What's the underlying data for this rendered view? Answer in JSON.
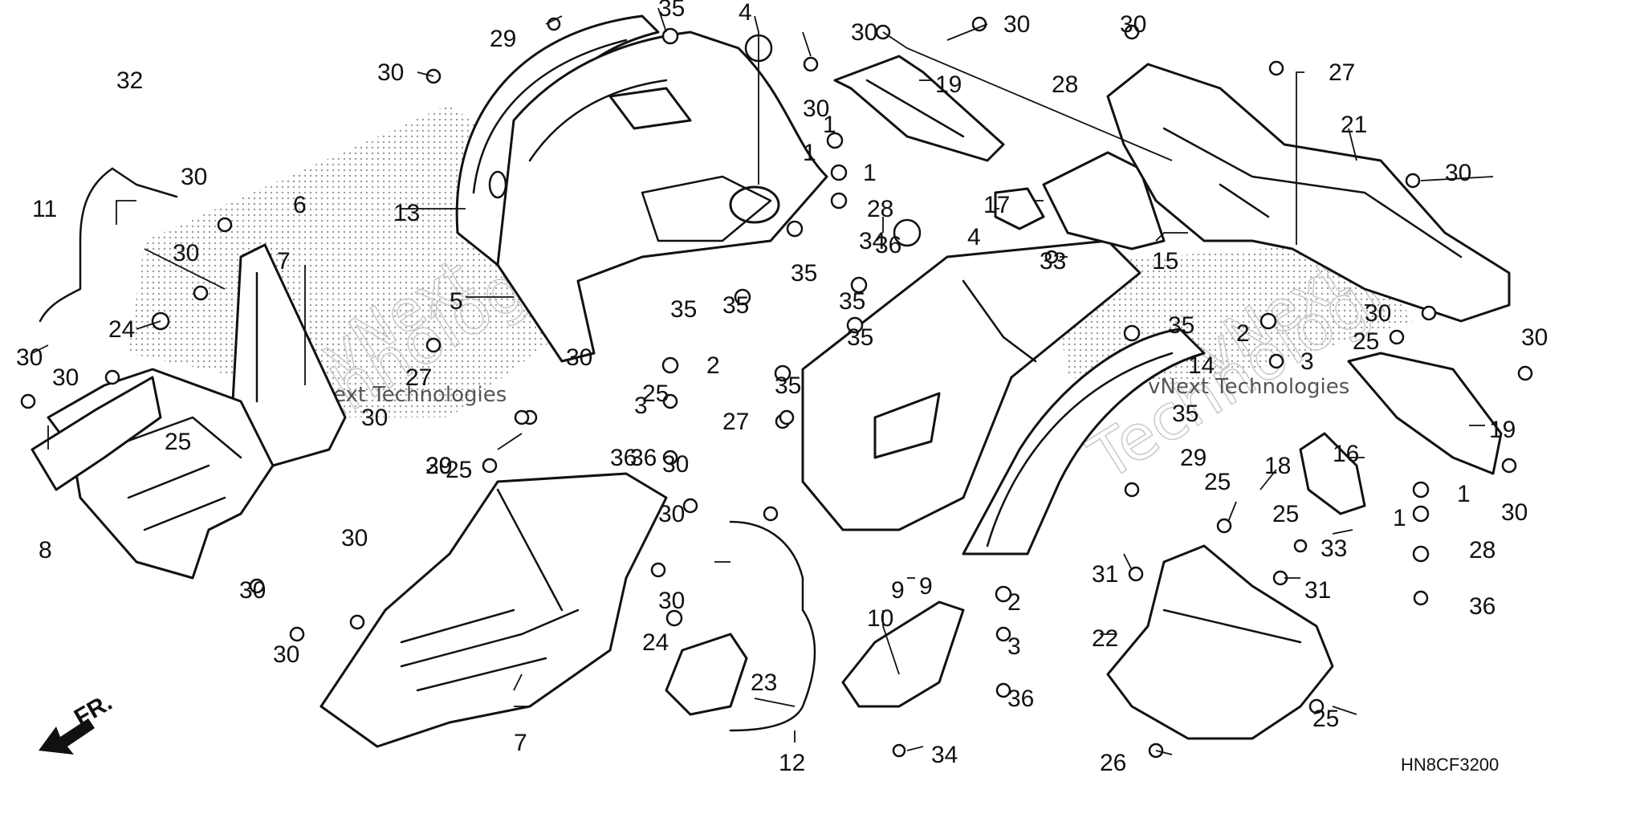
{
  "diagram": {
    "code": "HN8CF3200",
    "direction_label": "FR.",
    "watermark": {
      "line1": "vNext",
      "line2": "Technologies",
      "inline": "vNext Technologies"
    },
    "callouts": [
      "1",
      "2",
      "3",
      "4",
      "5",
      "6",
      "7",
      "8",
      "9",
      "10",
      "11",
      "12",
      "13",
      "14",
      "15",
      "16",
      "17",
      "18",
      "19",
      "20",
      "21",
      "22",
      "23",
      "24",
      "25",
      "26",
      "27",
      "28",
      "29",
      "30",
      "31",
      "32",
      "33",
      "34",
      "35",
      "36"
    ],
    "fastener_icon": "clip-icon"
  }
}
